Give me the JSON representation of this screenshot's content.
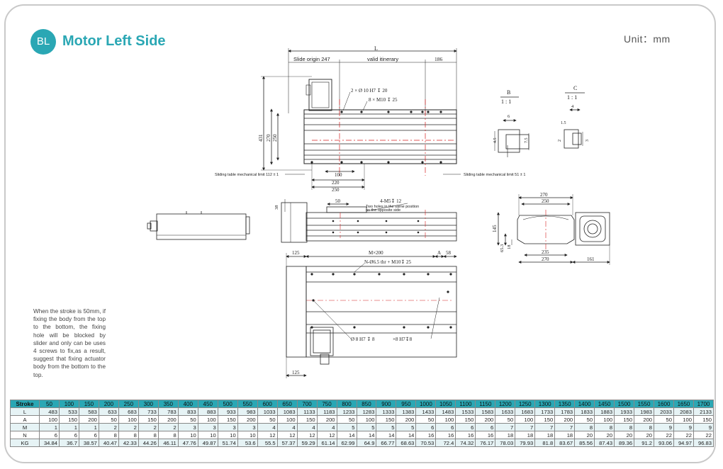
{
  "header": {
    "badge": "BL",
    "title": "Motor Left Side",
    "unit": "Unit：mm"
  },
  "note": "When the stroke is 50mm, if fixing the body from the top to the bottom, the fixing hole will be blocked by slider and only can be uses 4 screws to fix,as a result, suggest that fixing actuator body from the bottom to the top.",
  "colors": {
    "accent": "#2aa7b4",
    "centerline": "#d62020",
    "line": "#222222"
  },
  "drawing": {
    "top_view": {
      "dim_L": "L",
      "slide_origin": "Slide origin 247",
      "valid_itinerary": "valid itinerary",
      "dim_186": "186",
      "holes_1": "2 × Ø 10 H7 ↧ 20",
      "holes_2": "8 × M10 ↧ 25",
      "dim_431": "431",
      "dim_270": "270",
      "dim_250": "250",
      "limit_left": "Sliding table mechanical limit 112 ± 1",
      "limit_right": "Sliding table mechanical limit 51 ± 1",
      "dim_100": "100",
      "dim_220": "220",
      "dim_250b": "250"
    },
    "detail_B": {
      "label": "B",
      "scale": "1 : 1",
      "dim_6": "6",
      "dim_4_5": "4.5",
      "dim_7_5": "7.5"
    },
    "detail_C": {
      "label": "C",
      "scale": "1 : 1",
      "dim_4": "4",
      "dim_1_5": "1.5",
      "dim_2": "2",
      "dim_3": "3"
    },
    "front_view": {
      "dim_50": "50",
      "dim_38": "38",
      "holes": "4-M5↧ 12",
      "note_1": "Two holes in the same position",
      "note_2": "on the opposite side"
    },
    "end_view": {
      "dim_270": "270",
      "dim_250": "250",
      "dim_145": "145",
      "dim_65_3": "65.3",
      "dim_18": "18",
      "dim_235": "235",
      "dim_270b": "270",
      "dim_161": "161"
    },
    "bottom_view": {
      "dim_125": "125",
      "dim_M200": "M×200",
      "dim_A": "A",
      "dim_58": "58",
      "holes": "N-Ø6.5 thr + M10↧ 25",
      "pin_1": "Ø 8 H7 ↧ 8",
      "pin_2": "×8 H7↧8",
      "dim_125b": "125"
    }
  },
  "table": {
    "header_label": "Stroke",
    "strokes": [
      "50",
      "100",
      "150",
      "200",
      "250",
      "300",
      "350",
      "400",
      "450",
      "500",
      "550",
      "600",
      "650",
      "700",
      "750",
      "800",
      "850",
      "900",
      "950",
      "1000",
      "1050",
      "1100",
      "1150",
      "1200",
      "1250",
      "1300",
      "1350",
      "1400",
      "1450",
      "1500",
      "1550",
      "1600",
      "1650",
      "1700"
    ],
    "rows": [
      {
        "label": "L",
        "values": [
          "483",
          "533",
          "583",
          "633",
          "683",
          "733",
          "783",
          "833",
          "883",
          "933",
          "983",
          "1033",
          "1083",
          "1133",
          "1183",
          "1233",
          "1283",
          "1333",
          "1383",
          "1433",
          "1483",
          "1533",
          "1583",
          "1633",
          "1683",
          "1733",
          "1783",
          "1833",
          "1883",
          "1933",
          "1983",
          "2033",
          "2083",
          "2133"
        ]
      },
      {
        "label": "A",
        "values": [
          "100",
          "150",
          "200",
          "50",
          "100",
          "150",
          "200",
          "50",
          "100",
          "150",
          "200",
          "50",
          "100",
          "150",
          "200",
          "50",
          "100",
          "150",
          "200",
          "50",
          "100",
          "150",
          "200",
          "50",
          "100",
          "150",
          "200",
          "50",
          "100",
          "150",
          "200",
          "50",
          "100",
          "150"
        ]
      },
      {
        "label": "M",
        "values": [
          "1",
          "1",
          "1",
          "2",
          "2",
          "2",
          "2",
          "3",
          "3",
          "3",
          "3",
          "4",
          "4",
          "4",
          "4",
          "5",
          "5",
          "5",
          "5",
          "6",
          "6",
          "6",
          "6",
          "7",
          "7",
          "7",
          "7",
          "8",
          "8",
          "8",
          "8",
          "9",
          "9",
          "9"
        ]
      },
      {
        "label": "N",
        "values": [
          "6",
          "6",
          "6",
          "8",
          "8",
          "8",
          "8",
          "10",
          "10",
          "10",
          "10",
          "12",
          "12",
          "12",
          "12",
          "14",
          "14",
          "14",
          "14",
          "16",
          "16",
          "16",
          "16",
          "18",
          "18",
          "18",
          "18",
          "20",
          "20",
          "20",
          "20",
          "22",
          "22",
          "22"
        ]
      },
      {
        "label": "KG",
        "values": [
          "34.84",
          "36.7",
          "38.57",
          "40.47",
          "42.33",
          "44.26",
          "46.11",
          "47.76",
          "49.87",
          "51.74",
          "53.6",
          "55.5",
          "57.37",
          "59.29",
          "61.14",
          "62.99",
          "64.9",
          "66.77",
          "68.63",
          "70.53",
          "72.4",
          "74.32",
          "76.17",
          "78.03",
          "79.93",
          "81.8",
          "83.67",
          "85.56",
          "87.43",
          "89.36",
          "91.2",
          "93.06",
          "94.97",
          "96.83"
        ]
      }
    ]
  }
}
